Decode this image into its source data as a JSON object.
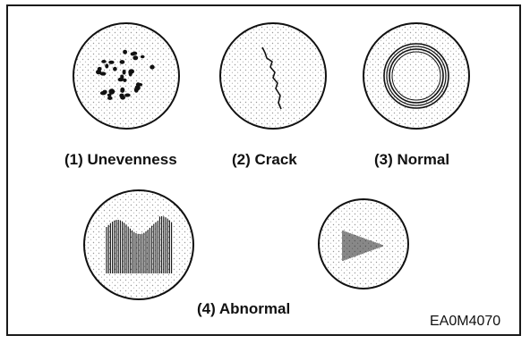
{
  "figure": {
    "captions": {
      "unevenness": "(1) Unevenness",
      "crack": "(2) Crack",
      "normal": "(3) Normal",
      "abnormal": "(4) Abnormal"
    },
    "figure_code": "EA0M4070"
  }
}
